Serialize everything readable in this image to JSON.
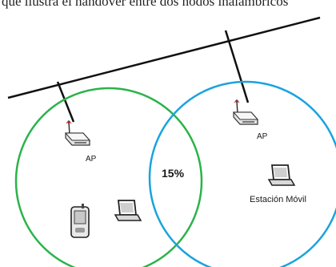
{
  "caption_partial": "que ilustra el handover entre dos nodos inalámbricos",
  "labels": {
    "ap_left": "AP",
    "ap_right": "AP",
    "overlap": "15%",
    "mobile_station": "Estación Móvil"
  },
  "colors": {
    "cell_left": "#2bb34a",
    "cell_right": "#1aa3dd",
    "backbone": "#111111"
  },
  "icons": [
    "access-point-icon",
    "laptop-icon",
    "pda-icon"
  ]
}
